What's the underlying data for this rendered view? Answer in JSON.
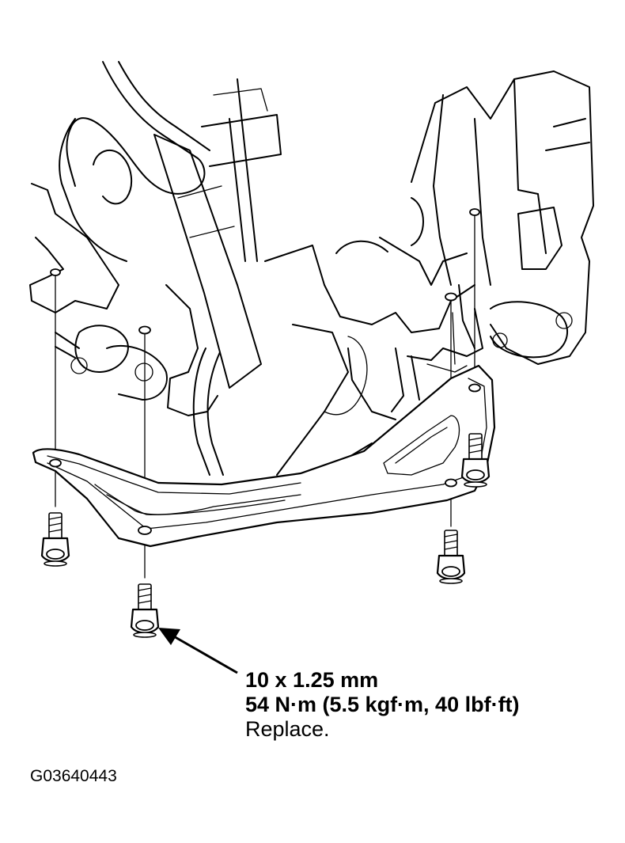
{
  "callout": {
    "size": "10 x 1.25 mm",
    "torque": "54 N·m (5.5 kgf·m, 40 lbf·ft)",
    "note": "Replace."
  },
  "figure_id": "G03640443",
  "icons": [
    "bolt-icon",
    "arrow-icon"
  ]
}
